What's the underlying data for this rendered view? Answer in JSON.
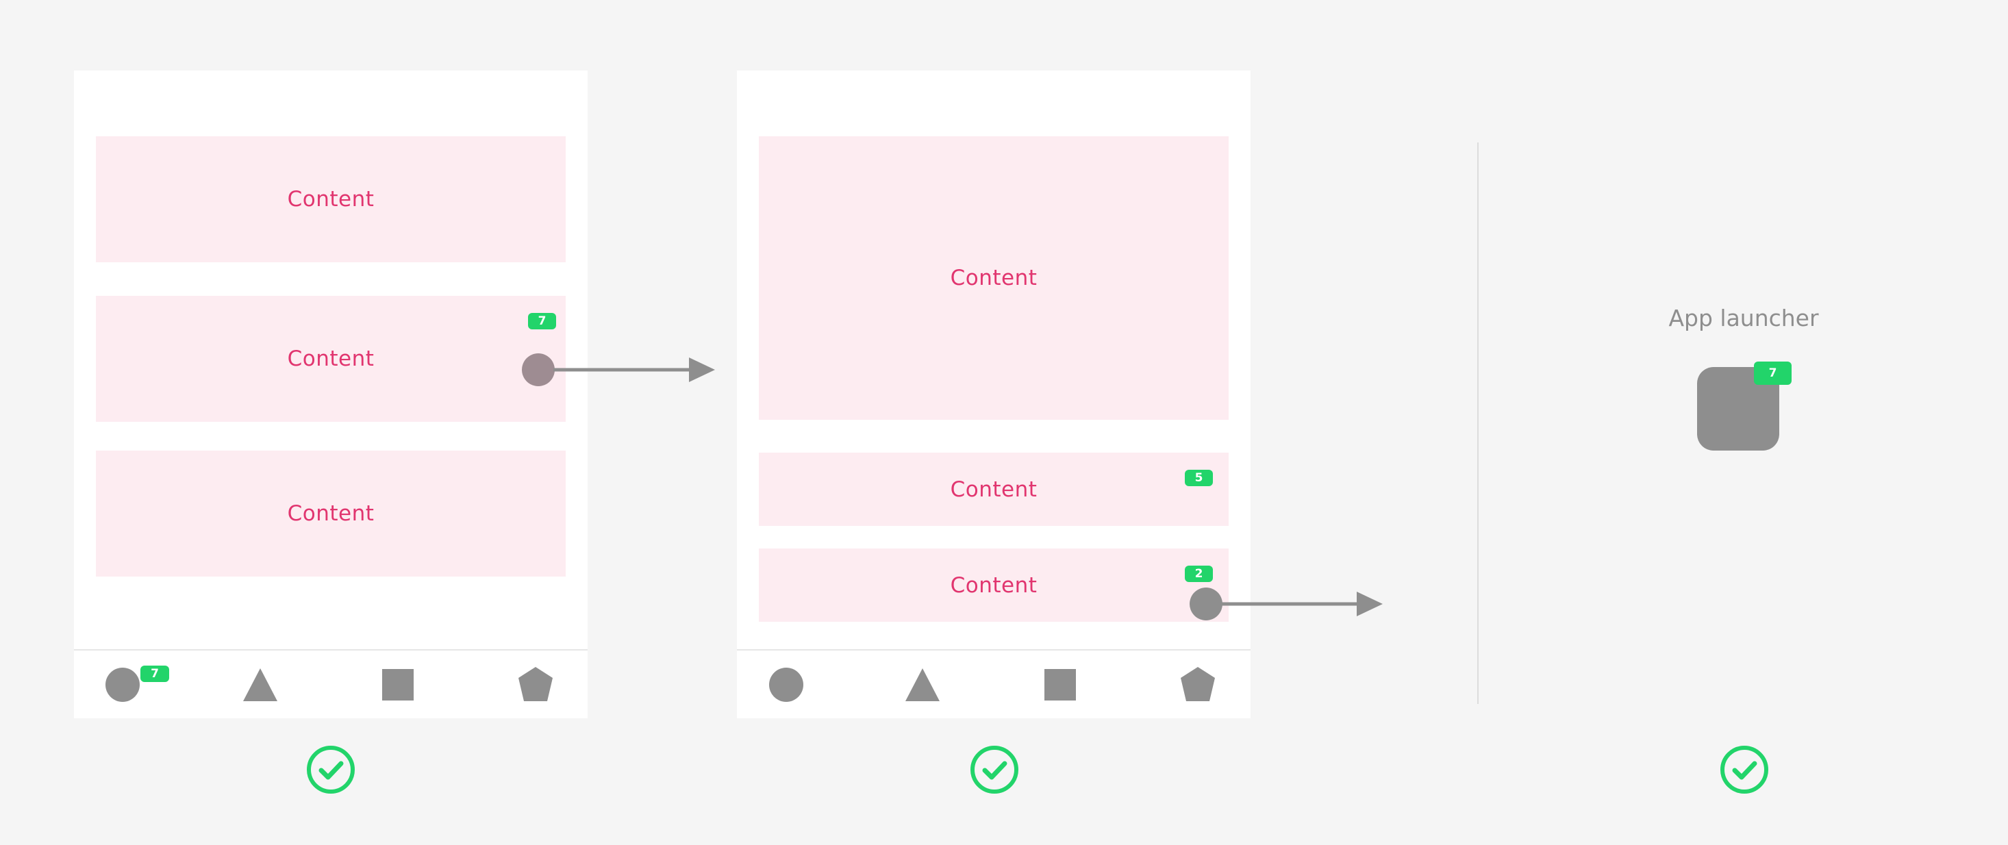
{
  "colors": {
    "background": "#f5f5f5",
    "screen": "#ffffff",
    "content_fill": "#fdecf1",
    "content_text": "#e1356f",
    "badge": "#22d46a",
    "icon_gray": "#8e8e8e",
    "touch_dot": "#9e8c92",
    "check": "#22d46a"
  },
  "phone1": {
    "cards": [
      {
        "label": "Content"
      },
      {
        "label": "Content",
        "badge": "7"
      },
      {
        "label": "Content"
      }
    ],
    "nav": {
      "items": [
        {
          "icon": "circle-icon",
          "badge": "7"
        },
        {
          "icon": "triangle-icon"
        },
        {
          "icon": "square-icon"
        },
        {
          "icon": "pentagon-icon"
        }
      ]
    }
  },
  "phone2": {
    "cards": [
      {
        "label": "Content"
      },
      {
        "label": "Content",
        "badge": "5"
      },
      {
        "label": "Content",
        "badge": "2"
      }
    ],
    "nav": {
      "items": [
        {
          "icon": "circle-icon"
        },
        {
          "icon": "triangle-icon"
        },
        {
          "icon": "square-icon"
        },
        {
          "icon": "pentagon-icon"
        }
      ]
    }
  },
  "launcher": {
    "title": "App launcher",
    "badge": "7",
    "icon": "app-icon"
  },
  "status_icons": [
    "check-circle-icon",
    "check-circle-icon",
    "check-circle-icon"
  ]
}
